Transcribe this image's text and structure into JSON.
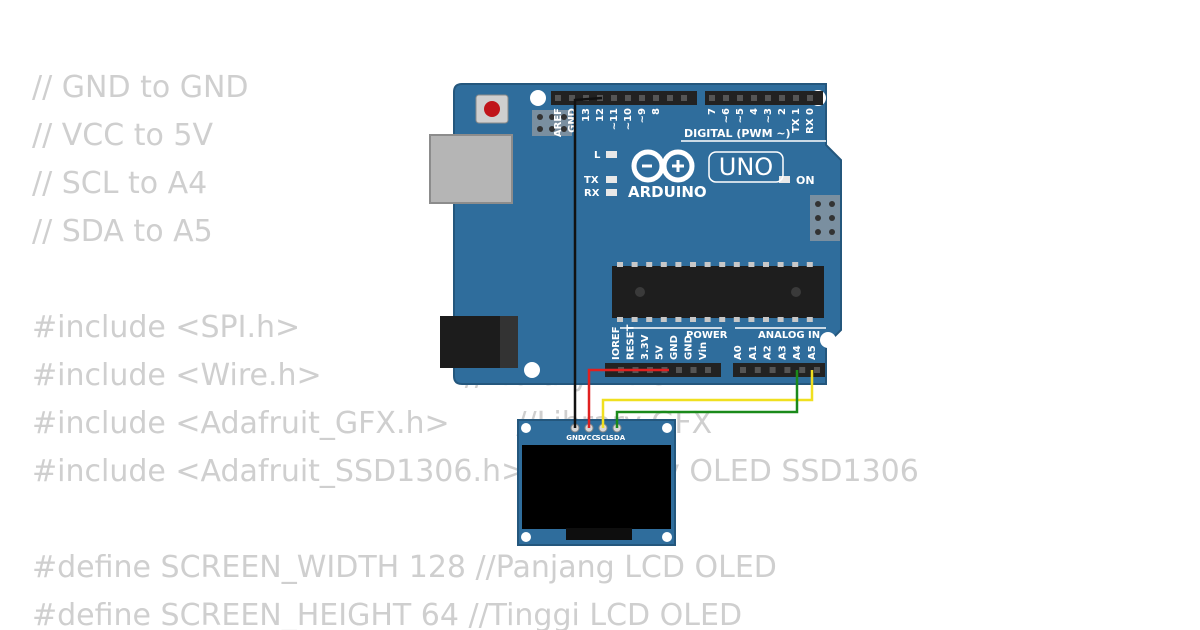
{
  "code_lines": [
    "// GND to GND",
    "// VCC to 5V",
    "// SCL to A4",
    "// SDA to A5",
    "",
    "#include <SPI.h>                //Library SPI",
    "#include <Wire.h>               //Library Wire",
    "#include <Adafruit_GFX.h>       //Library GFX",
    "#include <Adafruit_SSD1306.h>   //Library OLED SSD1306",
    "",
    "#define SCREEN_WIDTH 128 //Panjang LCD OLED",
    "#define SCREEN_HEIGHT 64 //Tinggi LCD OLED"
  ],
  "board": {
    "brand": "ARDUINO",
    "model": "UNO",
    "digital_header_label": "DIGITAL (PWM ~)",
    "digital_pins": [
      "AREF",
      "GND",
      "13",
      "12",
      "~11",
      "~10",
      "~9",
      "8",
      "7",
      "~6",
      "~5",
      "4",
      "~3",
      "2",
      "TX 1",
      "RX 0"
    ],
    "led_l": "L",
    "led_tx": "TX",
    "led_rx": "RX",
    "led_on": "ON",
    "power_label": "POWER",
    "analog_label": "ANALOG IN",
    "power_pins": [
      "IOREF",
      "RESET",
      "3.3V",
      "5V",
      "GND",
      "GND",
      "Vin"
    ],
    "analog_pins": [
      "A0",
      "A1",
      "A2",
      "A3",
      "A4",
      "A5"
    ]
  },
  "oled": {
    "pins": [
      "GND",
      "VCC",
      "SCL",
      "SDA"
    ]
  },
  "colors": {
    "board": "#2f6d9c",
    "wire_gnd": "#111111",
    "wire_vcc": "#e02020",
    "wire_scl": "#f0e020",
    "wire_sda": "#1a8a1a",
    "code_text": "#cfcfcf"
  }
}
